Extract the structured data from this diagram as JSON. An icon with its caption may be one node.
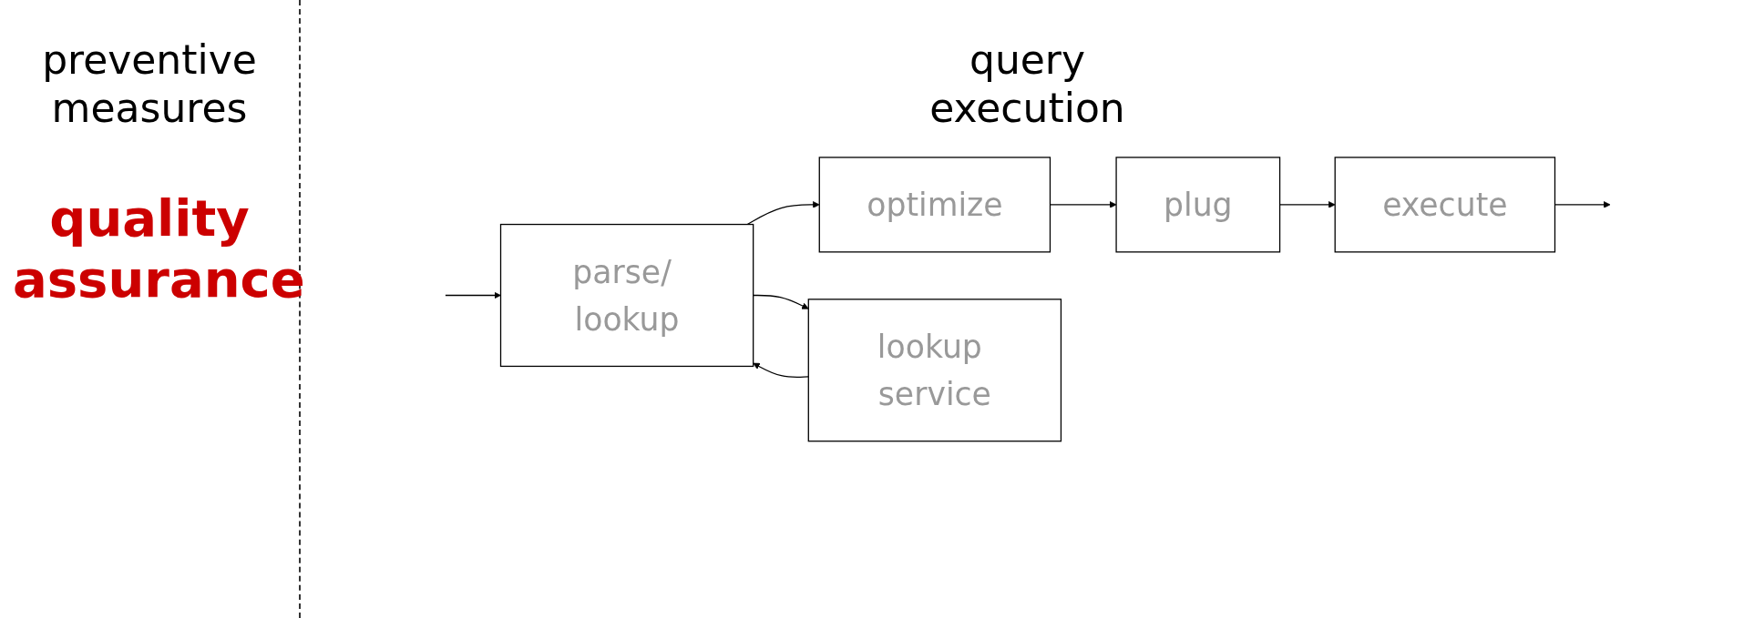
{
  "diagram": {
    "nodes": [
      {
        "text": [
          "parse/ lookup"
        ]
      },
      {
        "text": [
          "optimize"
        ]
      },
      {
        "text": [
          "plug"
        ]
      },
      {
        "text": [
          "execute"
        ]
      },
      {
        "text": [
          "lookup service"
        ]
      }
    ],
    "edges": [
      {
        "from": null,
        "to": 0,
        "arrow": "to"
      },
      {
        "from": 0,
        "to": 1,
        "arrow": "to"
      },
      {
        "from": 1,
        "to": 2,
        "arrow": "to"
      },
      {
        "from": 2,
        "to": 3,
        "arrow": "to"
      },
      {
        "from": 3,
        "to": null,
        "arrow": "to"
      },
      {
        "from": 0,
        "to": 4,
        "arrow": "to"
      },
      {
        "from": 4,
        "to": 0,
        "arrow": "to"
      }
    ],
    "labels": [
      "preventive measures",
      "quality assurance",
      "query execution"
    ]
  }
}
